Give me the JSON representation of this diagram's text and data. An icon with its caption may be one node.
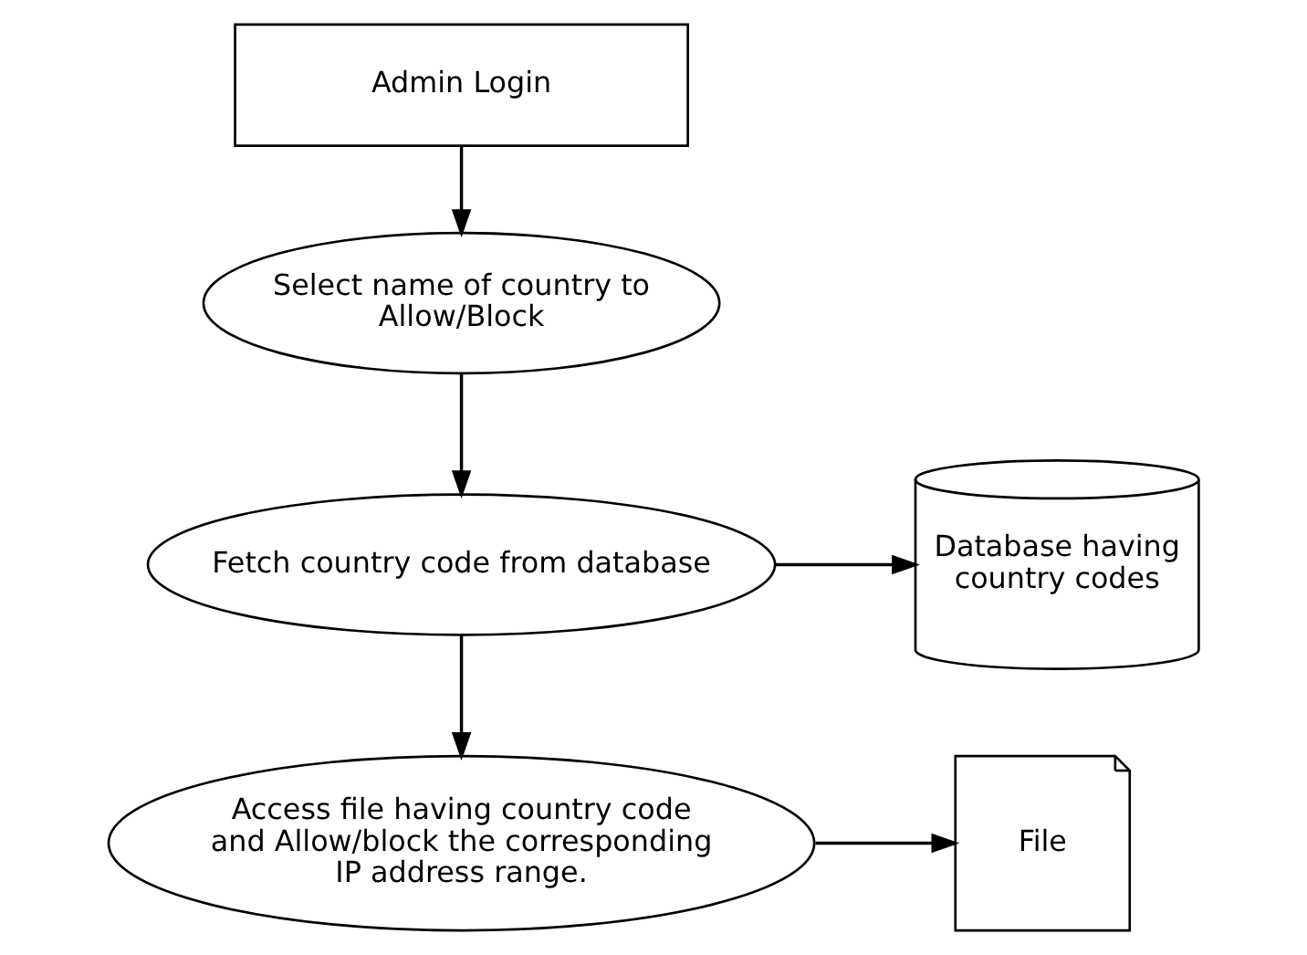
{
  "diagram": {
    "nodes": [
      {
        "text": [
          "Admin Login"
        ]
      },
      {
        "text": [
          "Select name of country to Allow/Block"
        ]
      },
      {
        "text": [
          "Database having country codes"
        ]
      },
      {
        "text": [
          "Fetch country code from database"
        ]
      },
      {
        "text": [
          "File"
        ]
      },
      {
        "text": [
          "Access file having country code and Allow/block the corresponding IP address range."
        ]
      }
    ],
    "edges": [
      {
        "from": 0,
        "to": 1,
        "arrow": "to"
      },
      {
        "from": 1,
        "to": 3,
        "arrow": "to"
      },
      {
        "from": 3,
        "to": 2,
        "arrow": "to"
      },
      {
        "from": 3,
        "to": 5,
        "arrow": "to"
      },
      {
        "from": 5,
        "to": 4,
        "arrow": "to"
      }
    ]
  }
}
